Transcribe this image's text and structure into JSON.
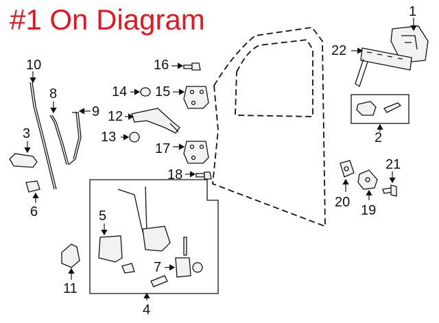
{
  "header": {
    "title": "#1 On Diagram",
    "title_color": "#e8141e"
  },
  "callouts": {
    "n1": "1",
    "n2": "2",
    "n3": "3",
    "n4": "4",
    "n5": "5",
    "n6": "6",
    "n7": "7",
    "n8": "8",
    "n9": "9",
    "n10": "10",
    "n11": "11",
    "n12": "12",
    "n13": "13",
    "n14": "14",
    "n15": "15",
    "n16": "16",
    "n17": "17",
    "n18": "18",
    "n19": "19",
    "n20": "20",
    "n21": "21",
    "n22": "22"
  }
}
